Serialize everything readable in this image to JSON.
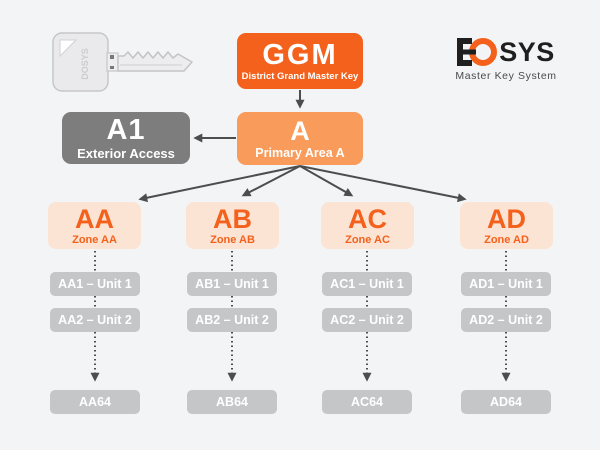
{
  "colors": {
    "background": "#F3F4F6",
    "orange": "#F4611C",
    "orange_light": "#F89B5B",
    "zone_bg": "#FBE4D4",
    "gray_box": "#7D7D7D",
    "unit_bg": "#C5C6C8",
    "arrow": "#4D4D4D"
  },
  "logo": {
    "brand_suffix": "SYS",
    "tagline": "Master Key System"
  },
  "key_icon": {
    "engraving": "DOSYS"
  },
  "diagram": {
    "root": {
      "code": "GGM",
      "label": "District Grand Master Key"
    },
    "exterior": {
      "code": "A1",
      "label": "Exterior Access"
    },
    "primary": {
      "code": "A",
      "label": "Primary Area A"
    },
    "zones": [
      {
        "code": "AA",
        "label": "Zone AA",
        "units": [
          "AA1 – Unit 1",
          "AA2 – Unit 2"
        ],
        "last_unit": "AA64"
      },
      {
        "code": "AB",
        "label": "Zone AB",
        "units": [
          "AB1 – Unit 1",
          "AB2 – Unit 2"
        ],
        "last_unit": "AB64"
      },
      {
        "code": "AC",
        "label": "Zone AC",
        "units": [
          "AC1 – Unit 1",
          "AC2 – Unit 2"
        ],
        "last_unit": "AC64"
      },
      {
        "code": "AD",
        "label": "Zone AD",
        "units": [
          "AD1 – Unit 1",
          "AD2 – Unit 2"
        ],
        "last_unit": "AD64"
      }
    ]
  }
}
